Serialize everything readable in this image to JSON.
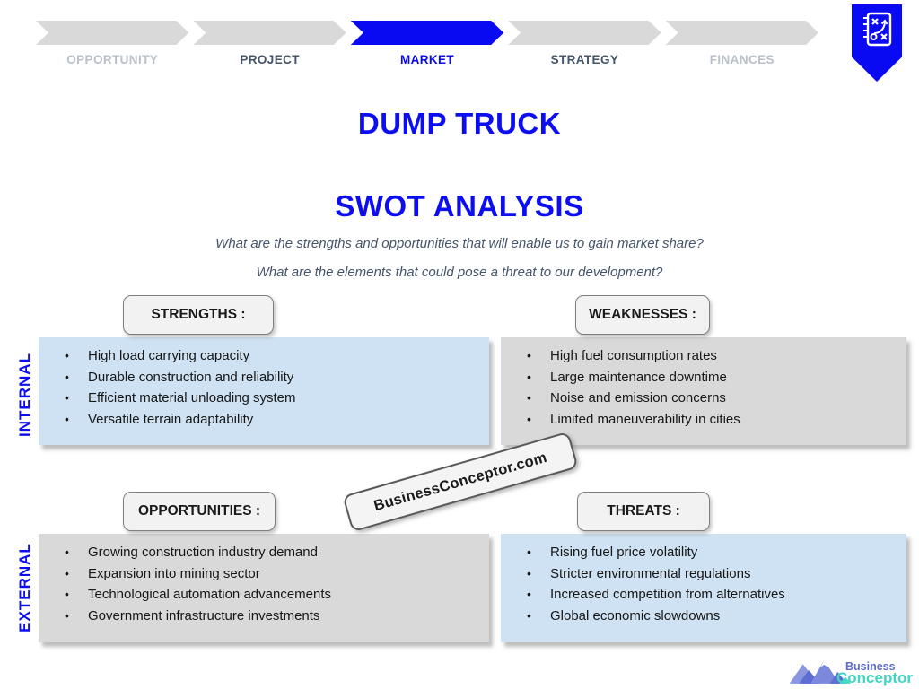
{
  "colors": {
    "accent_blue": "#0a0af2",
    "light_blue_box": "#cfe2f3",
    "gray_box": "#d9d9d9",
    "nav_dark_label": "#44546a",
    "nav_light_label": "#b9c0ca",
    "logo_purple": "#5b6dc8",
    "logo_teal": "#41d6c3"
  },
  "nav": {
    "steps": [
      {
        "label": "OPPORTUNITY",
        "tone": "light"
      },
      {
        "label": "PROJECT",
        "tone": "dark"
      },
      {
        "label": "MARKET",
        "tone": "active"
      },
      {
        "label": "STRATEGY",
        "tone": "dark"
      },
      {
        "label": "FINANCES",
        "tone": "light"
      }
    ],
    "bookmark_icon": "strategy-board-icon"
  },
  "header": {
    "title": "DUMP TRUCK",
    "section_title": "SWOT ANALYSIS",
    "questions": [
      "What are the strengths and opportunities that will enable us to gain market share?",
      "What are the elements that could pose a threat to our development?"
    ]
  },
  "axes": {
    "internal": "INTERNAL",
    "external": "EXTERNAL"
  },
  "quadrants": [
    {
      "name": "strengths",
      "header": "STRENGTHS :",
      "items": [
        "High load carrying capacity",
        "Durable construction and reliability",
        "Efficient material unloading system",
        "Versatile terrain adaptability"
      ]
    },
    {
      "name": "weaknesses",
      "header": "WEAKNESSES :",
      "items": [
        "High fuel consumption rates",
        "Large maintenance downtime",
        "Noise and emission concerns",
        "Limited maneuverability in cities"
      ]
    },
    {
      "name": "opportunities",
      "header": "OPPORTUNITIES :",
      "items": [
        "Growing construction industry demand",
        "Expansion into mining sector",
        "Technological automation advancements",
        "Government infrastructure investments"
      ]
    },
    {
      "name": "threats",
      "header": "THREATS :",
      "items": [
        "Rising fuel price volatility",
        "Stricter environmental regulations",
        "Increased competition from alternatives",
        "Global economic slowdowns"
      ]
    }
  ],
  "watermark": {
    "text": "BusinessConceptor.com"
  },
  "footer_logo": {
    "line1": "Business",
    "line2": "Conceptor"
  }
}
